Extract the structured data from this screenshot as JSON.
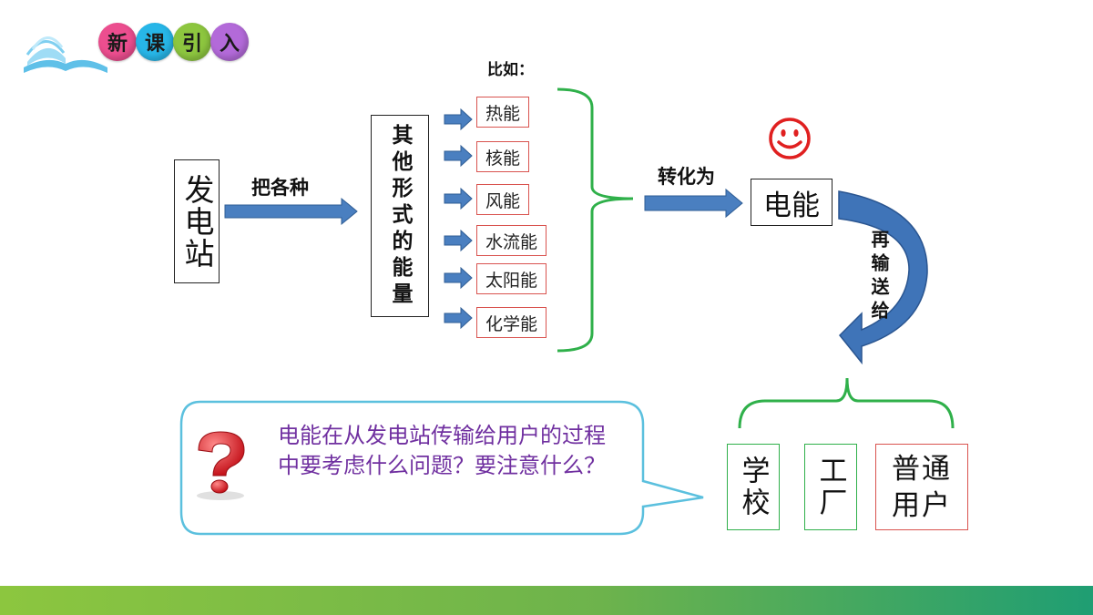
{
  "header": {
    "badge_chars": [
      "新",
      "课",
      "引",
      "入"
    ],
    "badge_colors": [
      "#ec4e8f",
      "#27b6e8",
      "#8dc63f",
      "#b36ad9"
    ]
  },
  "diagram": {
    "power_station": "发电站",
    "label_take_various": "把各种",
    "other_forms": "其他形式的能量",
    "label_for_example": "比如：",
    "energy_forms": [
      "热能",
      "核能",
      "风能",
      "水流能",
      "太阳能",
      "化学能"
    ],
    "label_convert_to": "转化为",
    "electric_energy": "电能",
    "label_transmit_to": "再输送给",
    "consumers": [
      "学校",
      "工厂",
      "普通用户"
    ],
    "question_text": "电能在从发电站传输给用户的过程中要考虑什么问题？要注意什么？"
  },
  "colors": {
    "arrow_fill": "#4a7fc0",
    "bracket_green": "#2fb04a",
    "question_text": "#7030a0",
    "bubble_border": "#5bc0de",
    "energy_border": "#d9534f",
    "smiley": "#e02020"
  },
  "icons": [
    "book-icon",
    "smiley-icon",
    "question-mark-icon",
    "curved-arrow-icon"
  ]
}
